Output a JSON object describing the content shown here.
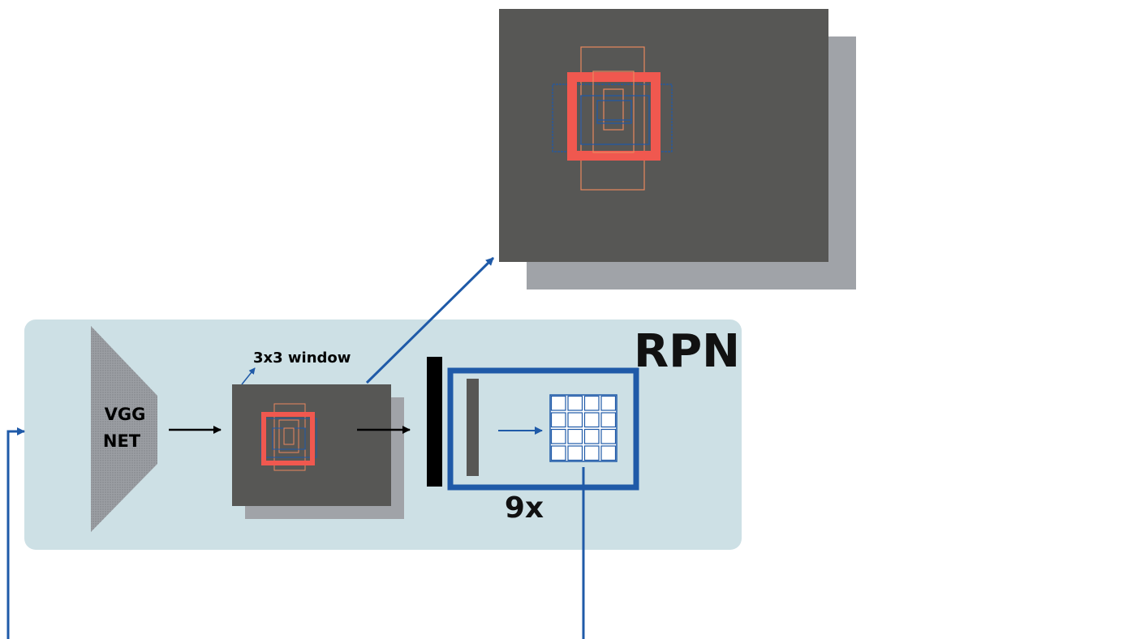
{
  "rpn": {
    "title": "RPN",
    "vgg_label_line1": "VGG",
    "vgg_label_line2": "NET",
    "window_label": "3x3 window",
    "multiplier_label": "9x"
  },
  "colors": {
    "rpn_panel": "#cde0e5",
    "feature_map": "#575755",
    "shadow": "#a0a3a8",
    "vgg_shape": "#9b9ea3",
    "anchor_red": "#f0584f",
    "anchor_orange": "#e8875e",
    "anchor_blue": "#1f5aa8",
    "connector_blue": "#1f5aa8",
    "bar_black": "#000000",
    "arrow_black": "#000000"
  },
  "grid": {
    "rows": 4,
    "cols": 4
  }
}
